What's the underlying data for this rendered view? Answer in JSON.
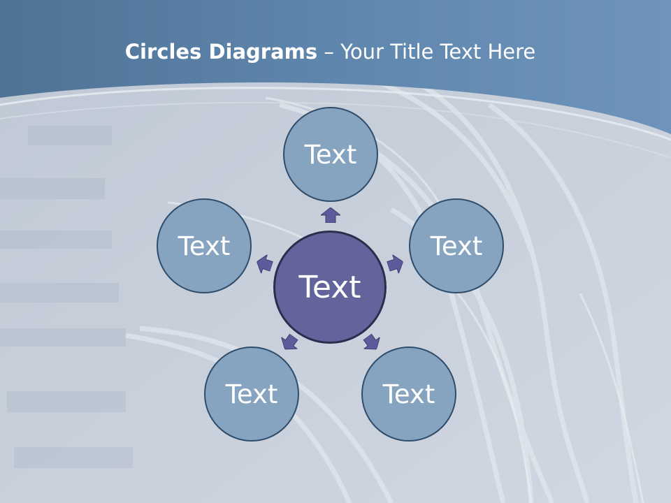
{
  "slide": {
    "title_bold": "Circles Diagrams",
    "title_rest": " – Your Title Text Here"
  },
  "diagram": {
    "center_label": "Text",
    "nodes": [
      {
        "label": "Text"
      },
      {
        "label": "Text"
      },
      {
        "label": "Text"
      },
      {
        "label": "Text"
      },
      {
        "label": "Text"
      }
    ]
  },
  "colors": {
    "header_blue": "#5d83a9",
    "outer_circle_fill": "#86a4c0",
    "outer_circle_border": "#2f4d6a",
    "center_circle_fill": "#64649c",
    "center_circle_border": "#2d2d4e",
    "arrow_fill": "#5c5c9c"
  }
}
